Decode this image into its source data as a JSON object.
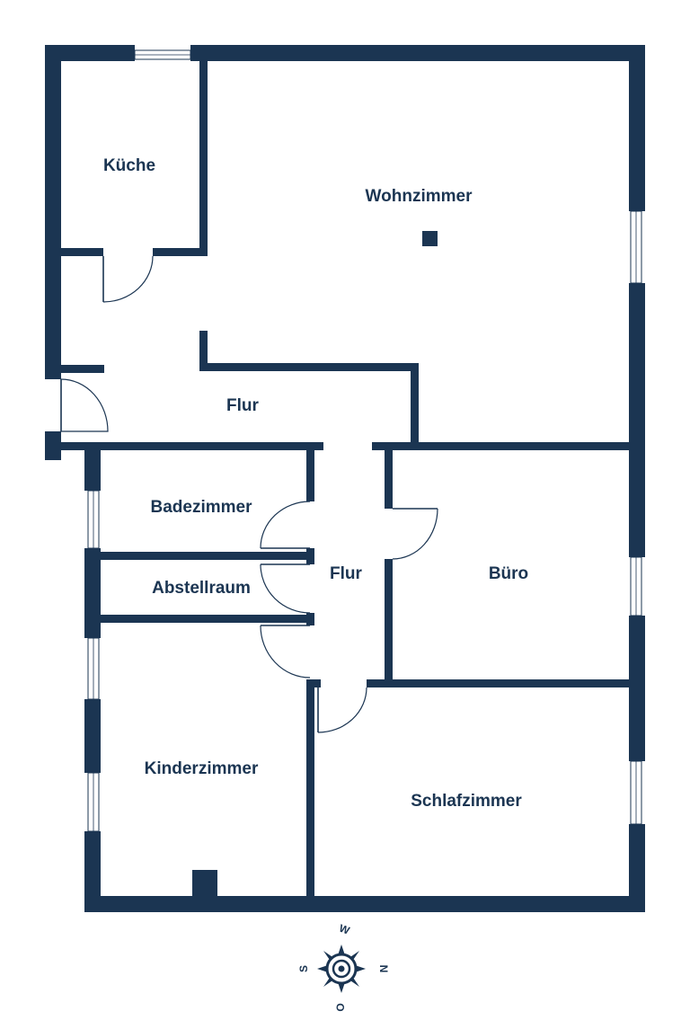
{
  "rooms": {
    "kueche": "Küche",
    "wohnzimmer": "Wohnzimmer",
    "flur_upper": "Flur",
    "badezimmer": "Badezimmer",
    "abstellraum": "Abstellraum",
    "flur_lower": "Flur",
    "buero": "Büro",
    "kinderzimmer": "Kinderzimmer",
    "schlafzimmer": "Schlafzimmer"
  },
  "compass": {
    "west": "W",
    "north": "N",
    "south": "S",
    "east": "O"
  },
  "colors": {
    "wall": "#1b3552",
    "background": "#ffffff"
  }
}
